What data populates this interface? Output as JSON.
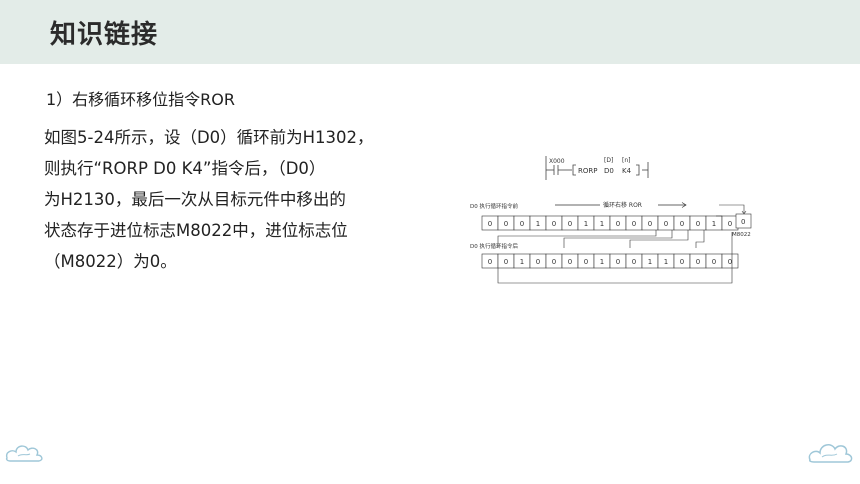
{
  "header": {
    "title": "知识链接"
  },
  "section": {
    "subtitle": "1）右移循环移位指令ROR"
  },
  "body": {
    "lines": [
      "如图5-24所示，设（D0）循环前为H1302，",
      "则执行“RORP D0 K4”指令后，（D0）",
      "为H2130，最后一次从目标元件中移出的",
      "状态存于进位标志M8022中，进位标志位",
      "（M8022）为0。"
    ]
  },
  "figure": {
    "ladder": {
      "contact_label": "X000",
      "instruction": "RORP",
      "operand_headers": [
        "[D]",
        "[n]"
      ],
      "operands": [
        "D0",
        "K4"
      ]
    },
    "before_label": "D0 执行循环指令前",
    "after_label": "D0 执行循环指令后",
    "arrow_label": "循环右移 ROR",
    "before_bits": [
      "0",
      "0",
      "0",
      "1",
      "0",
      "0",
      "1",
      "1",
      "0",
      "0",
      "0",
      "0",
      "0",
      "0",
      "1",
      "0"
    ],
    "after_bits": [
      "0",
      "0",
      "1",
      "0",
      "0",
      "0",
      "0",
      "1",
      "0",
      "0",
      "1",
      "1",
      "0",
      "0",
      "0",
      "0"
    ],
    "carry_value": "0",
    "carry_label": "M8022"
  },
  "colors": {
    "header_bg": "#e3ece8",
    "text": "#222222",
    "cloud": "#9fc7d8"
  }
}
